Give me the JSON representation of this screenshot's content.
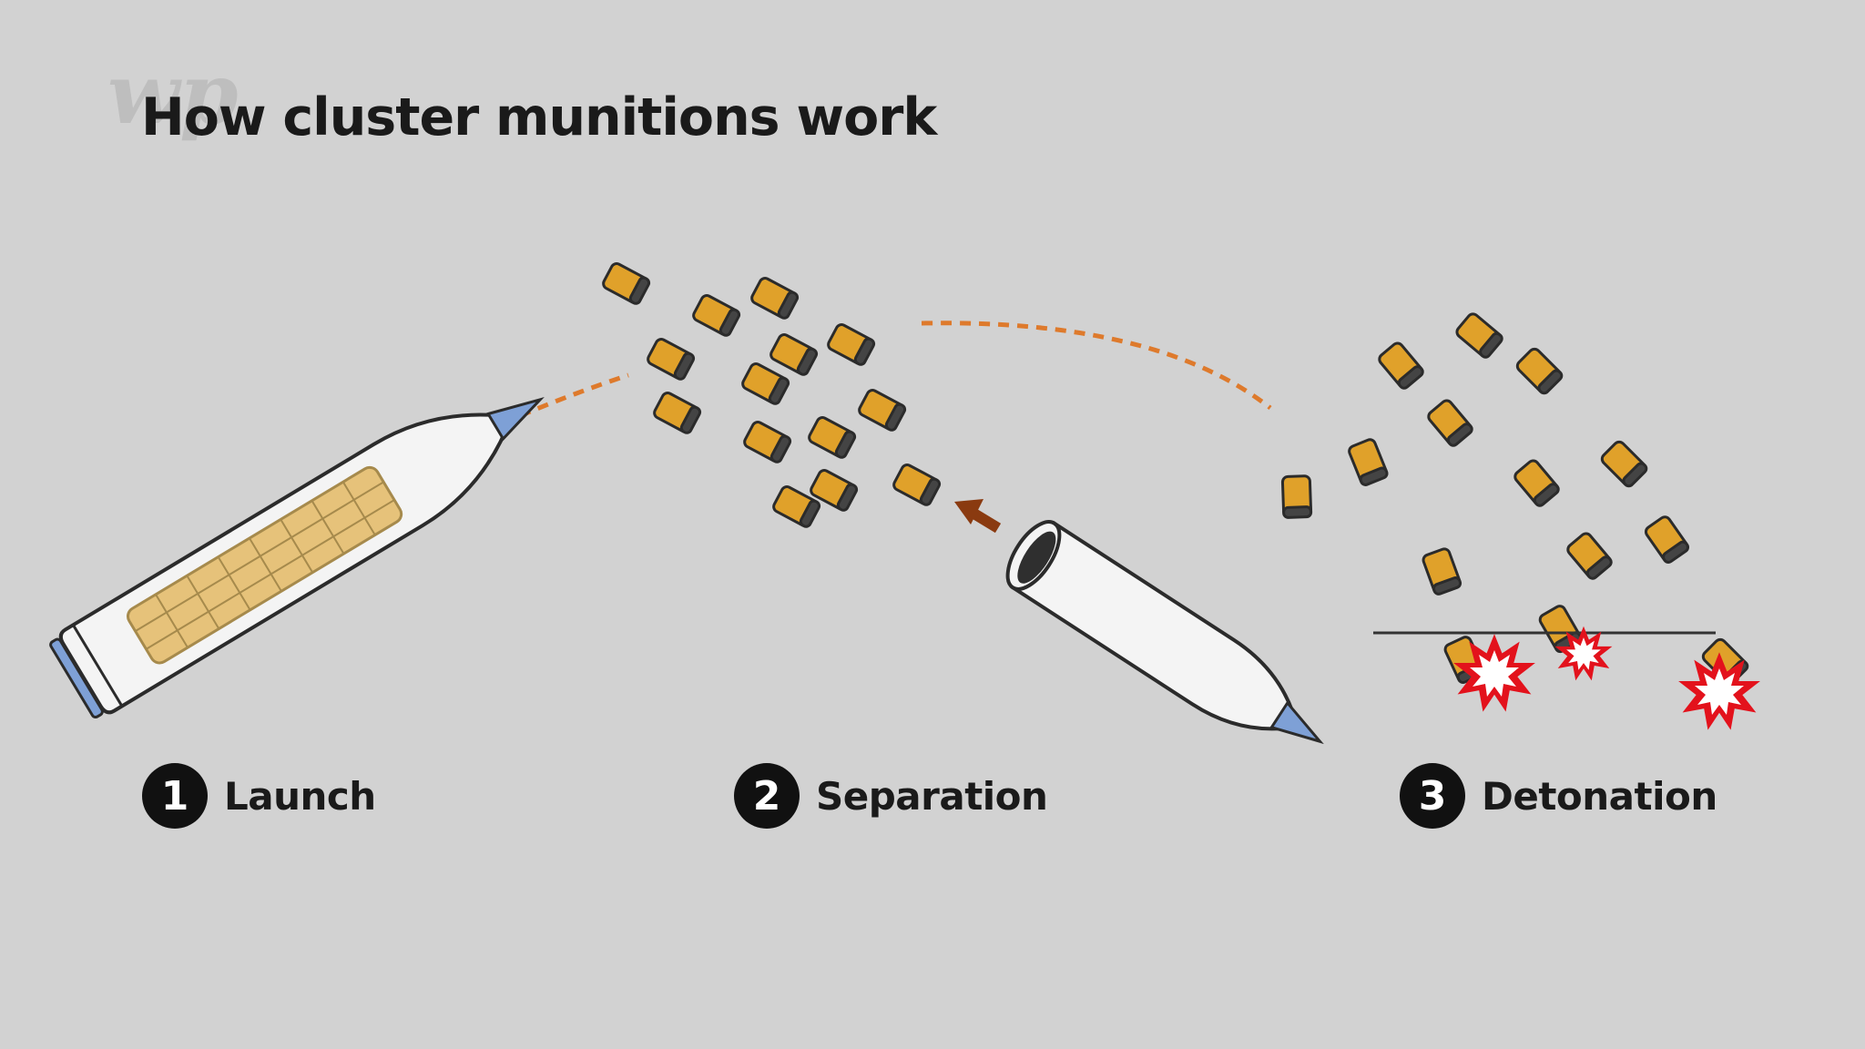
{
  "title": "How cluster munitions work",
  "logo": "wp",
  "steps": [
    {
      "number": "1",
      "label": "Launch"
    },
    {
      "number": "2",
      "label": "Separation"
    },
    {
      "number": "3",
      "label": "Detonation"
    }
  ],
  "colors": {
    "background": "#d2d2d2",
    "bomblet": "#e0a12a",
    "bomblet_dark": "#3d3d3d",
    "trajectory": "#de7a2c",
    "arrow": "#8a3a10",
    "nose_cone": "#7ea0d6",
    "explosion": "#e3121c",
    "text": "#1a1a1a"
  }
}
